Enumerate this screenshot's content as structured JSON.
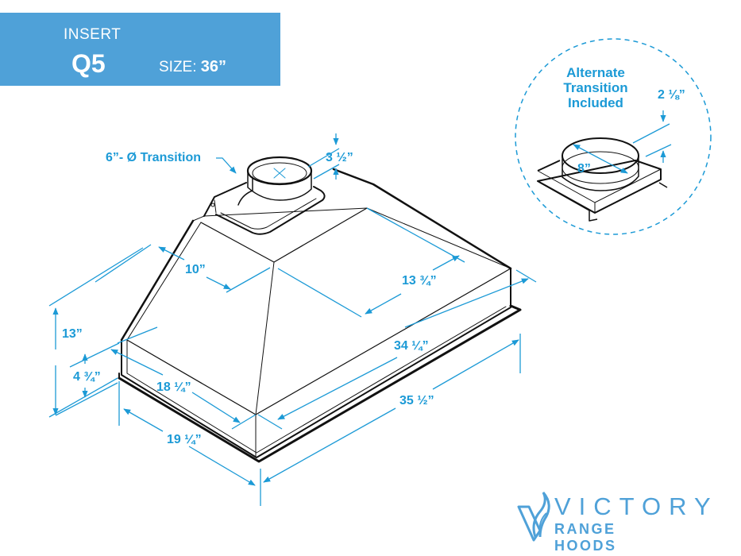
{
  "header": {
    "category": "INSERT",
    "model": "Q5",
    "size_label": "SIZE:",
    "size_value": "36”"
  },
  "colors": {
    "header_bg": "#4fa1d8",
    "dimension_blue": "#1c9ad6",
    "line_black": "#111111"
  },
  "callouts": {
    "transition": "6”- Ø Transition",
    "transition_height": "3 ½”",
    "top_depth": "10”",
    "top_width": "13 ¾”",
    "total_height": "13”",
    "body_height": "4 ¾”",
    "body_depth": "18 ¼”",
    "body_width": "34 ¼”",
    "flange_depth": "19 ¼”",
    "flange_width": "35 ½”"
  },
  "alternate": {
    "title_line1": "Alternate",
    "title_line2": "Transition",
    "title_line3": "Included",
    "height": "2 ⅛”",
    "diameter": "8”"
  },
  "logo": {
    "brand": "VICTORY",
    "tagline": "RANGE HOODS"
  }
}
